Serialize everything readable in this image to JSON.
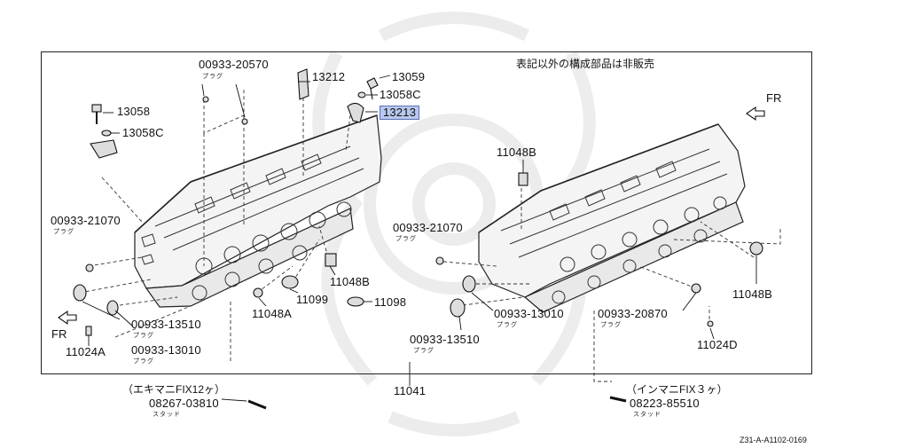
{
  "note_not_sold": "表記以外の構成部品は非販売",
  "ref_code": "Z31-A-A1102-0169",
  "fr_label": "FR",
  "parts": [
    {
      "id": "p1",
      "number": "00933-20570",
      "sub": "プラグ"
    },
    {
      "id": "p2",
      "number": "13212",
      "sub": ""
    },
    {
      "id": "p3",
      "number": "13059",
      "sub": ""
    },
    {
      "id": "p4",
      "number": "13058C",
      "sub": ""
    },
    {
      "id": "p5",
      "number": "13213",
      "sub": "",
      "highlight": true
    },
    {
      "id": "p6",
      "number": "13058",
      "sub": ""
    },
    {
      "id": "p7",
      "number": "13058C",
      "sub": ""
    },
    {
      "id": "p8",
      "number": "00933-21070",
      "sub": "プラグ"
    },
    {
      "id": "p9",
      "number": "00933-13510",
      "sub": "プラグ"
    },
    {
      "id": "p10",
      "number": "00933-13010",
      "sub": "プラグ"
    },
    {
      "id": "p11",
      "number": "11024A",
      "sub": ""
    },
    {
      "id": "p12",
      "number": "11048A",
      "sub": ""
    },
    {
      "id": "p13",
      "number": "11099",
      "sub": ""
    },
    {
      "id": "p14",
      "number": "11048B",
      "sub": ""
    },
    {
      "id": "p15",
      "number": "11098",
      "sub": ""
    },
    {
      "id": "p16",
      "number": "11048B",
      "sub": ""
    },
    {
      "id": "p17",
      "number": "00933-21070",
      "sub": "プラグ"
    },
    {
      "id": "p18",
      "number": "00933-13010",
      "sub": "プラグ"
    },
    {
      "id": "p19",
      "number": "00933-13510",
      "sub": "プラグ"
    },
    {
      "id": "p20",
      "number": "00933-20870",
      "sub": "プラグ"
    },
    {
      "id": "p21",
      "number": "11048B",
      "sub": ""
    },
    {
      "id": "p22",
      "number": "11024D",
      "sub": ""
    },
    {
      "id": "p23",
      "number": "11041",
      "sub": ""
    },
    {
      "id": "p24",
      "number": "08267-03810",
      "sub": "スタッド",
      "caption": "（エキマニFIX12ヶ）"
    },
    {
      "id": "p25",
      "number": "08223-85510",
      "sub": "スタッド",
      "caption": "（インマニFIX３ヶ）"
    }
  ]
}
